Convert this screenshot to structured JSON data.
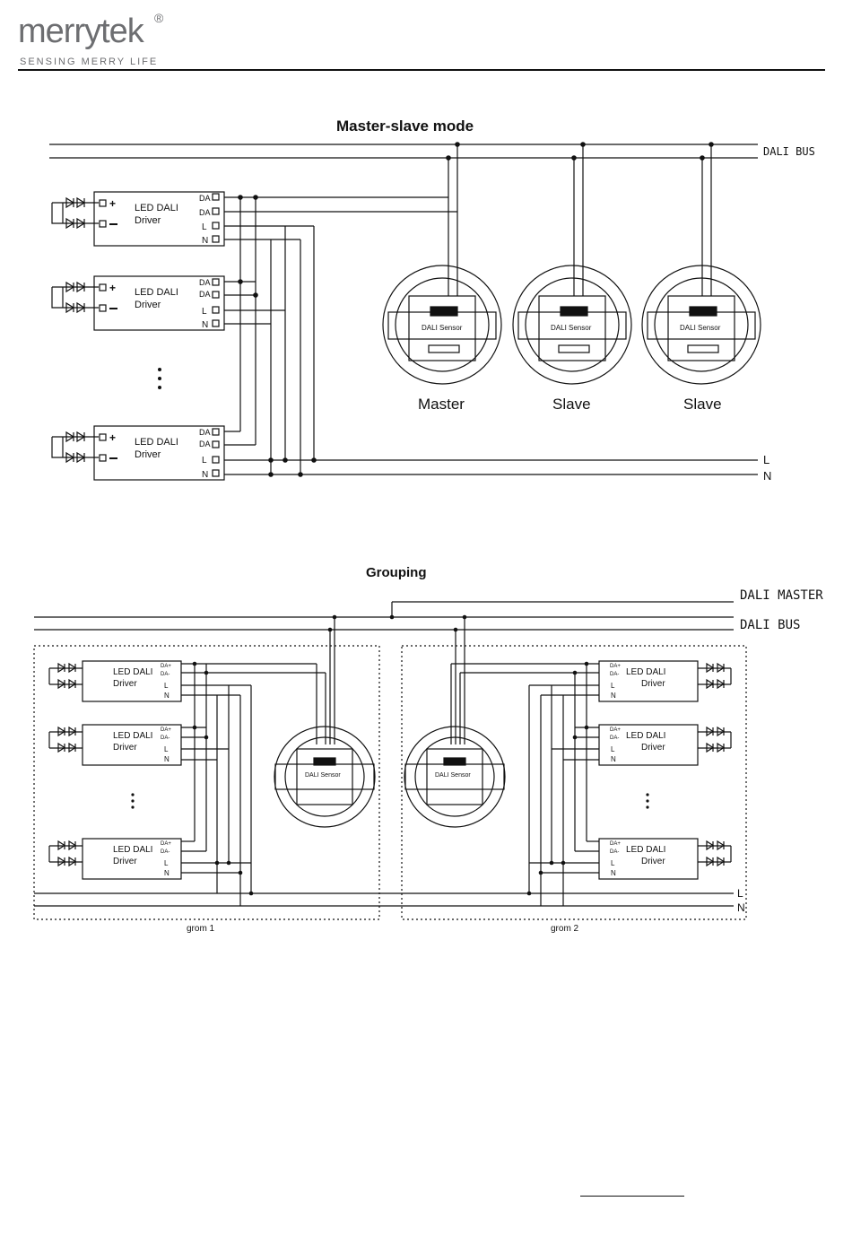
{
  "header": {
    "brand": "merrytek",
    "registered": "®",
    "tagline": "SENSING MERRY LIFE"
  },
  "master_slave": {
    "title": "Master-slave mode",
    "bus_label": "DALI BUS",
    "line_l": "L",
    "line_n": "N",
    "driver": {
      "line1": "LED DALI",
      "line2": "Driver",
      "terminals": [
        "DA",
        "DA",
        "L",
        "N"
      ]
    },
    "sensor_label": "DALI Sensor",
    "sensor_roles": [
      "Master",
      "Slave",
      "Slave"
    ]
  },
  "grouping": {
    "title": "Grouping",
    "master_label": "DALI MASTER",
    "bus_label": "DALI BUS",
    "line_l": "L",
    "line_n": "N",
    "driver": {
      "line1": "LED DALI",
      "line2": "Driver",
      "terminals": [
        "DA+",
        "DA-",
        "L",
        "N"
      ]
    },
    "sensor_label": "DALI Sensor",
    "groups": [
      "grom 1",
      "grom 2"
    ]
  },
  "colors": {
    "ink": "#111111",
    "logo_gray": "#6d6e71",
    "logo_accent": "#2e8bc9"
  }
}
